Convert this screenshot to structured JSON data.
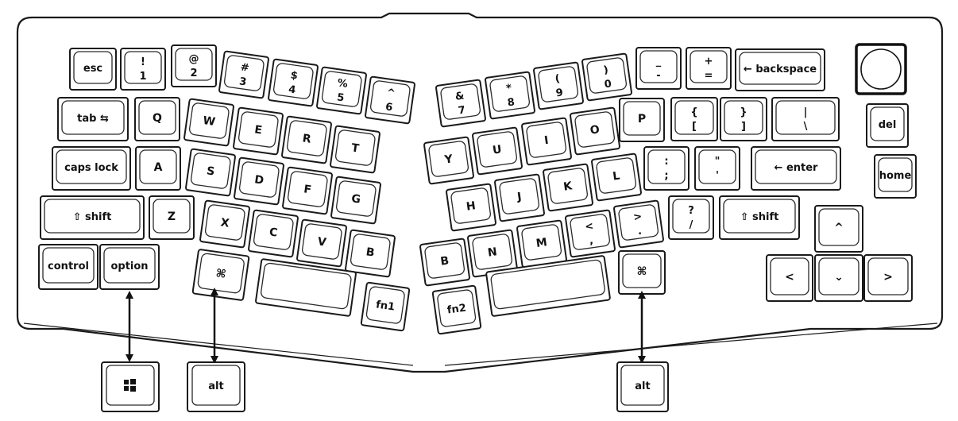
{
  "keyboard": {
    "rows": {
      "esc": "esc",
      "num1": {
        "top": "!",
        "bottom": "1"
      },
      "num2": {
        "top": "@",
        "bottom": "2"
      },
      "num3": {
        "top": "#",
        "bottom": "3"
      },
      "num4": {
        "top": "$",
        "bottom": "4"
      },
      "num5": {
        "top": "%",
        "bottom": "5"
      },
      "num6": {
        "top": "^",
        "bottom": "6"
      },
      "num7": {
        "top": "&",
        "bottom": "7"
      },
      "num8": {
        "top": "*",
        "bottom": "8"
      },
      "num9": {
        "top": "(",
        "bottom": "9"
      },
      "num0": {
        "top": ")",
        "bottom": "0"
      },
      "minus": {
        "top": "_",
        "bottom": "-"
      },
      "equal": {
        "top": "+",
        "bottom": "="
      },
      "backspace": "← backspace",
      "tab": "tab ⇆",
      "q": "Q",
      "w": "W",
      "e": "E",
      "r": "R",
      "t": "T",
      "y": "Y",
      "u": "U",
      "i": "I",
      "o": "O",
      "p": "P",
      "lbracket": {
        "top": "{",
        "bottom": "["
      },
      "rbracket": {
        "top": "}",
        "bottom": "]"
      },
      "backslash": {
        "top": "|",
        "bottom": "\\"
      },
      "del": "del",
      "capslock": "caps lock",
      "a": "A",
      "s": "S",
      "d": "D",
      "f": "F",
      "g": "G",
      "h": "H",
      "j": "J",
      "k": "K",
      "l": "L",
      "semicolon": {
        "top": ":",
        "bottom": ";"
      },
      "quote": {
        "top": "\"",
        "bottom": "'"
      },
      "enter": "← enter",
      "home": "home",
      "lshift": "⇧ shift",
      "z": "Z",
      "x": "X",
      "c": "C",
      "v": "V",
      "b": "B",
      "n": "N",
      "m": "M",
      "comma": {
        "top": "<",
        "bottom": ","
      },
      "period": {
        "top": ">",
        "bottom": "."
      },
      "slash": {
        "top": "?",
        "bottom": "/"
      },
      "rshift": "⇧ shift",
      "up": "^",
      "control": "control",
      "option": "option",
      "lcmd": "⌘",
      "fn1": "fn1",
      "b2": "B",
      "fn2": "fn2",
      "rcmd": "⌘",
      "left": "<",
      "down": "⌄",
      "right": ">"
    }
  },
  "alternates": {
    "windows_key": "⊞",
    "left_alt": "alt",
    "right_alt": "alt"
  }
}
